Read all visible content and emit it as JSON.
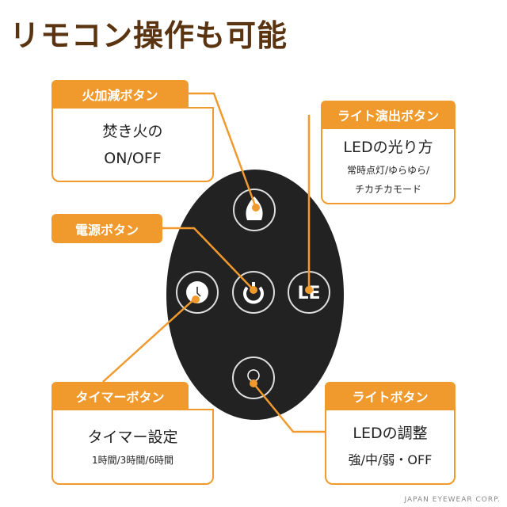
{
  "title": "リモコン操作も可能",
  "callouts": {
    "fire": {
      "label": "火加減ボタン",
      "lines": [
        "焚き火の",
        "ON/OFF"
      ]
    },
    "led": {
      "label": "ライト演出ボタン",
      "line1": "LEDの光り方",
      "line2": "常時点灯/ゆらゆら/",
      "line3": "チカチカモード"
    },
    "power": {
      "label": "電源ボタン"
    },
    "timer": {
      "label": "タイマーボタン",
      "line1": "タイマー設定",
      "line2": "1時間/3時間/6時間"
    },
    "light": {
      "label": "ライトボタン",
      "line1": "LEDの調整",
      "line2": "強/中/弱・OFF"
    }
  },
  "remote": {
    "le_label": "LE"
  },
  "logo": "JAPAN EYEWEAR CORP.",
  "colors": {
    "accent": "#f09a2e",
    "title": "#5a3310",
    "remote": "#222222"
  }
}
